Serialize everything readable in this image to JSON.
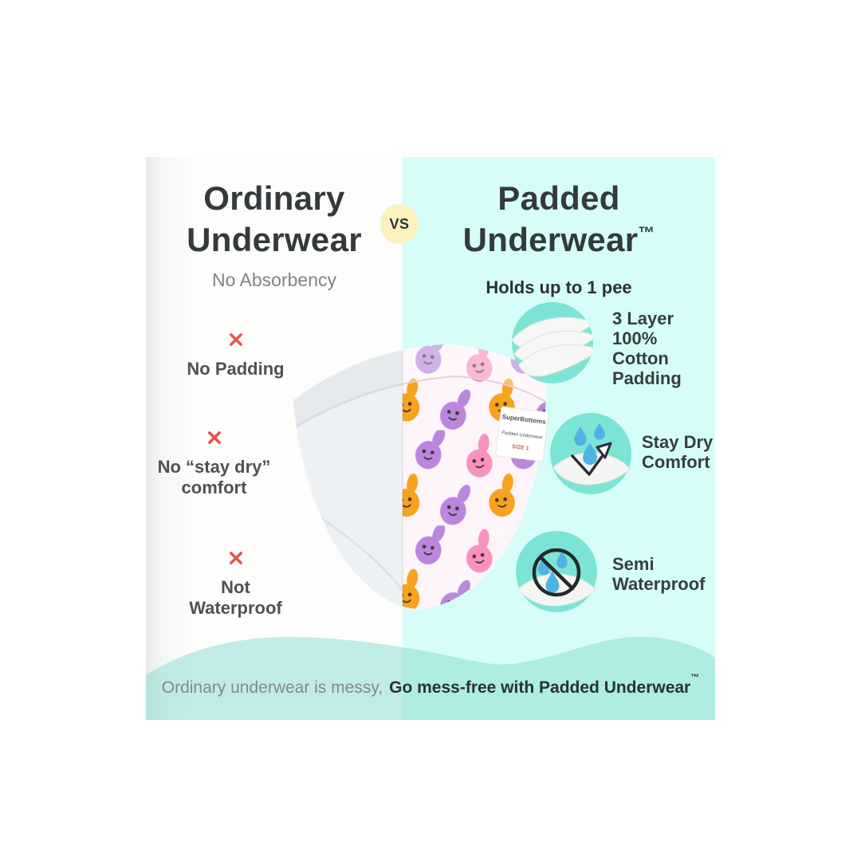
{
  "colors": {
    "panel_left_bg": "#fdfdfc",
    "panel_right_bg": "#d7fdf9",
    "wave_teal": "#8cdfd3",
    "icon_circle": "#7ce4d5",
    "drop_blue": "#4fb3e6",
    "x_red": "#e2564d",
    "vs_yellow": "#fbf2bc",
    "title_dark": "#343a3c",
    "muted_gray": "#7f8486",
    "feature_gray": "#4d5254",
    "tagline_gray": "#84898c",
    "tagline_dark": "#2b3133",
    "bunny_pink": "#f893c1",
    "bunny_purple": "#bb86dd",
    "bunny_orange": "#f8a31d"
  },
  "left": {
    "title_line1": "Ordinary",
    "title_line2": "Underwear",
    "subtitle": "No Absorbency",
    "features": [
      {
        "icon": "x-mark-icon",
        "lines": [
          "No Padding"
        ]
      },
      {
        "icon": "x-mark-icon",
        "lines": [
          "No “stay dry”",
          "comfort"
        ]
      },
      {
        "icon": "x-mark-icon",
        "lines": [
          "Not Waterproof"
        ]
      }
    ]
  },
  "vs": "VS",
  "right": {
    "title_line1": "Padded",
    "title_line2": "Underwear",
    "trademark": "™",
    "subtitle": "Holds up to 1 pee",
    "features": [
      {
        "icon": "cotton-layers-icon",
        "lines": [
          "3 Layer",
          "100% Cotton",
          "Padding"
        ]
      },
      {
        "icon": "stay-dry-icon",
        "lines": [
          "Stay Dry",
          "Comfort"
        ]
      },
      {
        "icon": "semi-waterproof-icon",
        "lines": [
          "Semi",
          "Waterproof"
        ]
      }
    ]
  },
  "product": {
    "label_brand": "SuperBottoms",
    "label_product": "Padded Underwear",
    "label_size": "SIZE 1"
  },
  "tagline": {
    "gray": "Ordinary underwear is messy,",
    "bold": "Go mess-free with Padded Underwear",
    "trademark": "™"
  }
}
